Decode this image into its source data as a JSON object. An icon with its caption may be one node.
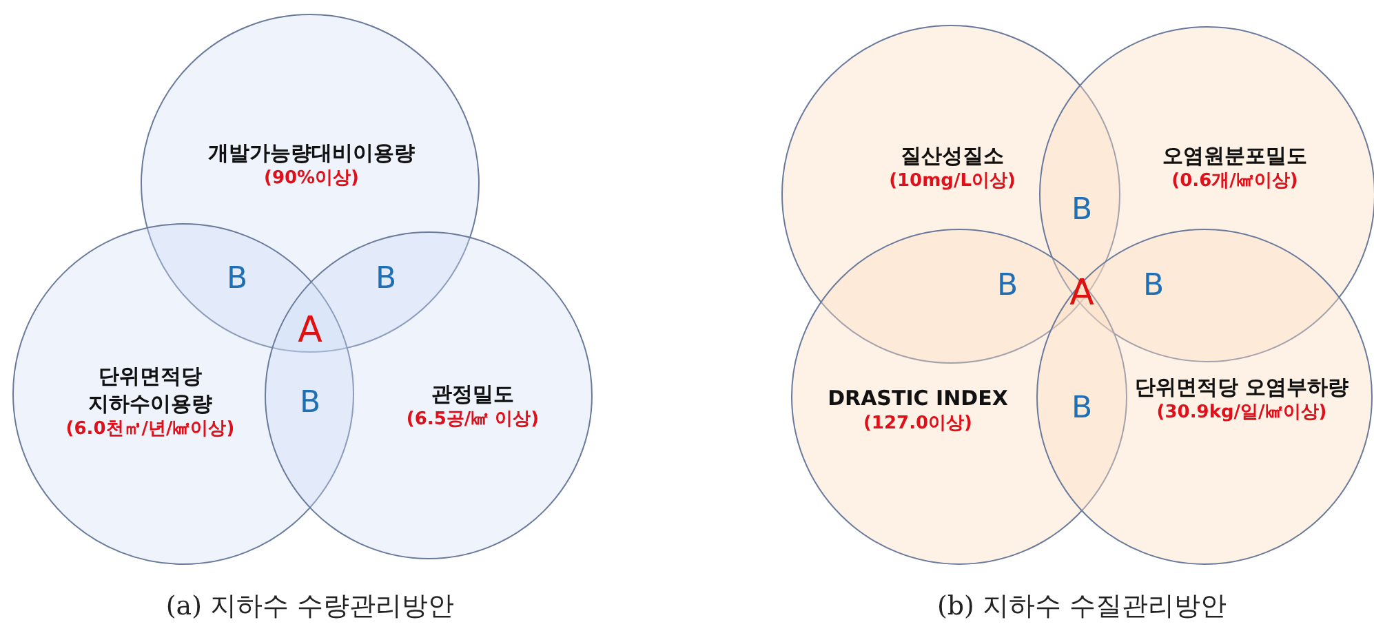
{
  "diagram": {
    "nodes": [
      {
        "text": [
          "개발가능량대비이용량",
          "(90%이상)"
        ]
      },
      {
        "text": [
          "단위면적당 지하수이용량",
          "(6.0천㎥/년/㎢이상)"
        ]
      },
      {
        "text": [
          "관정밀도",
          "(6.5공/㎢ 이상)"
        ]
      },
      {
        "text": [
          "질산성질소",
          "(10mg/L이상)"
        ]
      },
      {
        "text": [
          "오염원분포밀도",
          "(0.6개/㎢이상)"
        ]
      },
      {
        "text": [
          "DRASTIC INDEX",
          "(127.0이상)"
        ]
      },
      {
        "text": [
          "단위면적당 오염부하량",
          "(30.9kg/일/㎢이상)"
        ]
      }
    ],
    "labels": [
      "B",
      "B",
      "A",
      "B",
      "B",
      "B",
      "A",
      "B",
      "B",
      "(a) 지하수 수량관리방안",
      "(b) 지하수 수질관리방안"
    ]
  }
}
